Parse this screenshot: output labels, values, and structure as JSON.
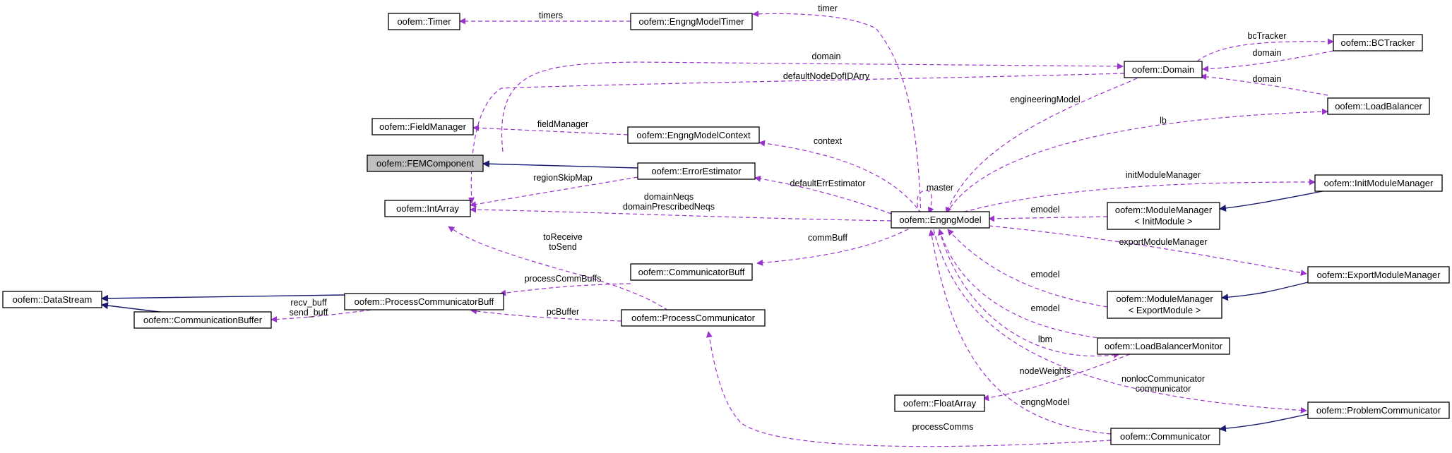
{
  "colors": {
    "usage": "#9a32cd",
    "inheritance": "#191970",
    "focus_fill": "#bfbfbf"
  },
  "nodes": {
    "timer": "oofem::Timer",
    "engng_model_timer": "oofem::EngngModelTimer",
    "domain": "oofem::Domain",
    "bc_tracker": "oofem::BCTracker",
    "load_balancer": "oofem::LoadBalancer",
    "field_manager": "oofem::FieldManager",
    "engng_model_context": "oofem::EngngModelContext",
    "fem_component": "oofem::FEMComponent",
    "error_estimator": "oofem::ErrorEstimator",
    "int_array": "oofem::IntArray",
    "engng_model": "oofem::EngngModel",
    "init_module_manager": "oofem::InitModuleManager",
    "module_manager_init_l1": "oofem::ModuleManager",
    "module_manager_init_l2": "< InitModule >",
    "communicator_buff": "oofem::CommunicatorBuff",
    "export_module_manager": "oofem::ExportModuleManager",
    "data_stream": "oofem::DataStream",
    "process_communicator_buff": "oofem::ProcessCommunicatorBuff",
    "communication_buffer": "oofem::CommunicationBuffer",
    "process_communicator": "oofem::ProcessCommunicator",
    "module_manager_export_l1": "oofem::ModuleManager",
    "module_manager_export_l2": "< ExportModule >",
    "load_balancer_monitor": "oofem::LoadBalancerMonitor",
    "float_array": "oofem::FloatArray",
    "problem_communicator": "oofem::ProblemCommunicator",
    "communicator": "oofem::Communicator"
  },
  "edge_labels": {
    "timers": "timers",
    "timer": "timer",
    "domain_top": "domain",
    "default_node_dof_id_arry": "defaultNodeDofIDArry",
    "bc_tracker": "bcTracker",
    "domain_from_bc": "domain",
    "domain_from_lb": "domain",
    "engineering_model": "engineeringModel",
    "field_manager": "fieldManager",
    "context": "context",
    "lb": "lb",
    "region_skip_map": "regionSkipMap",
    "master": "master",
    "default_err_estimator": "defaultErrEstimator",
    "init_module_manager": "initModuleManager",
    "domain_neqs": "domainNeqs",
    "domain_prescribed_neqs": "domainPrescribedNeqs",
    "emodel_init": "emodel",
    "to_receive": "toReceive",
    "to_send": "toSend",
    "comm_buff": "commBuff",
    "export_module_manager": "exportModuleManager",
    "process_comm_buffs": "processCommBuffs",
    "emodel_export": "emodel",
    "recv_buff": "recv_buff",
    "send_buff": "send_buff",
    "pc_buffer": "pcBuffer",
    "emodel_lbm": "emodel",
    "lbm": "lbm",
    "node_weights": "nodeWeights",
    "nonloc_communicator": "nonlocCommunicator",
    "communicator": "communicator",
    "engng_model": "engngModel",
    "process_comms": "processComms"
  }
}
